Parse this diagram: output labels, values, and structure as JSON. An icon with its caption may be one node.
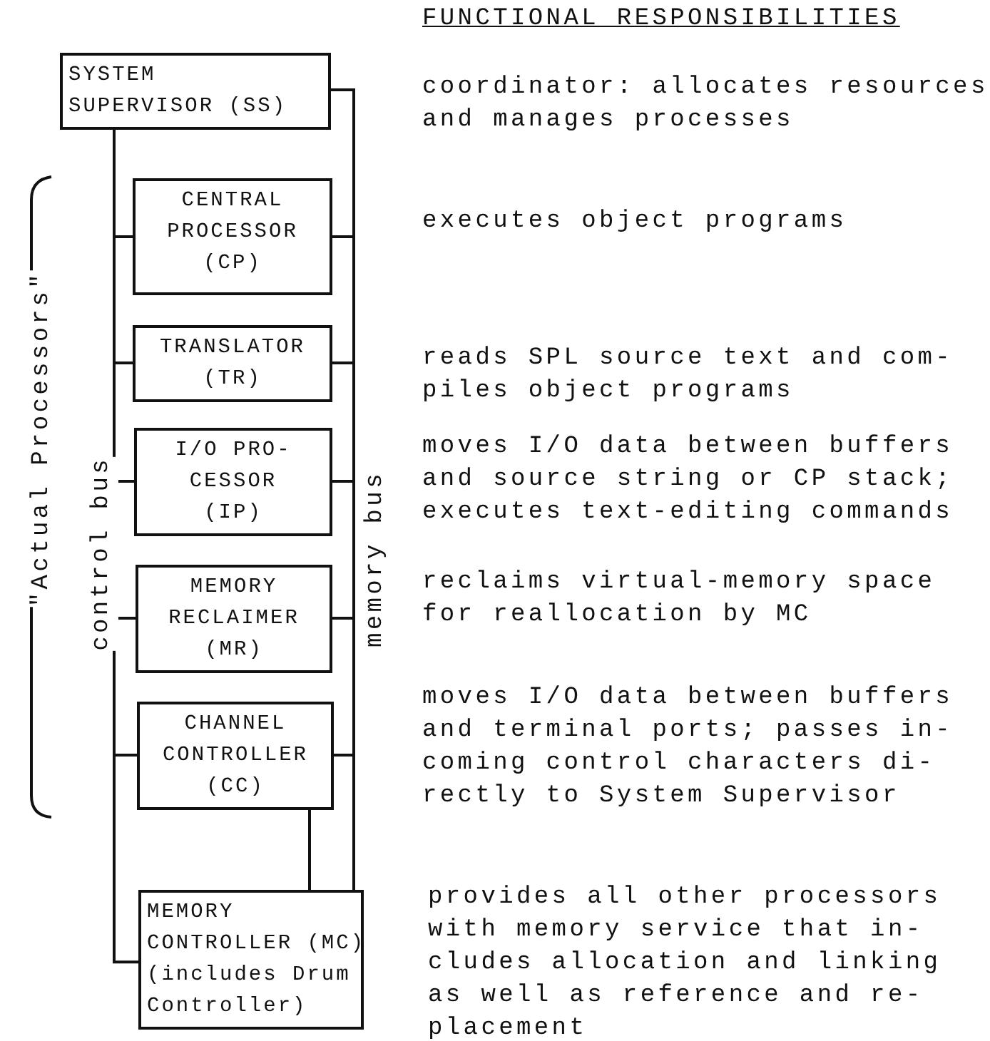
{
  "diagram": {
    "nodes": [
      {
        "text": [
          "SYSTEM SUPERVISOR (SS)"
        ],
        "beside": [
          "coordinator: allocates resources and manages processes"
        ]
      },
      {
        "text": [
          "CENTRAL PROCESSOR (CP)"
        ],
        "beside": [
          "executes object programs"
        ]
      },
      {
        "text": [
          "TRANSLATOR (TR)"
        ],
        "beside": [
          "reads SPL source text and com- piles object programs"
        ]
      },
      {
        "text": [
          "I/O PRO- CESSOR (IP)"
        ],
        "beside": [
          "moves I/O data between buffers and source string or CP stack; executes text-editing commands"
        ]
      },
      {
        "text": [
          "MEMORY RECLAIMER (MR)"
        ],
        "beside": [
          "reclaims virtual-memory space for reallocation by MC"
        ]
      },
      {
        "text": [
          "CHANNEL CONTROLLER (CC)"
        ],
        "beside": [
          "moves I/O data between buffers and terminal ports; passes in- coming control characters di- rectly to System Supervisor"
        ]
      },
      {
        "text": [
          "MEMORY CONTROLLER (MC) (includes Drum Controller)"
        ],
        "beside": [
          "provides all other processors with memory service that in- cludes allocation and linking as well as reference and re- placement"
        ]
      }
    ],
    "edges": [
      {
        "from": 0,
        "to": 1,
        "arrow": "none"
      },
      {
        "from": 0,
        "to": 2,
        "arrow": "none"
      },
      {
        "from": 0,
        "to": 3,
        "arrow": "none"
      },
      {
        "from": 0,
        "to": 4,
        "arrow": "none"
      },
      {
        "from": 0,
        "to": 5,
        "arrow": "none"
      },
      {
        "from": 0,
        "to": 6,
        "arrow": "none"
      },
      {
        "from": 0,
        "to": 1,
        "arrow": "none"
      },
      {
        "from": 0,
        "to": 2,
        "arrow": "none"
      },
      {
        "from": 0,
        "to": 3,
        "arrow": "none"
      },
      {
        "from": 0,
        "to": 4,
        "arrow": "none"
      },
      {
        "from": 0,
        "to": 5,
        "arrow": "none"
      },
      {
        "from": 0,
        "to": 6,
        "arrow": "none"
      },
      {
        "from": 5,
        "to": 6,
        "arrow": "none"
      }
    ],
    "labels": [
      "FUNCTIONAL RESPONSIBILITIES",
      "\"Actual Processors\"",
      "control bus",
      "memory bus"
    ]
  }
}
